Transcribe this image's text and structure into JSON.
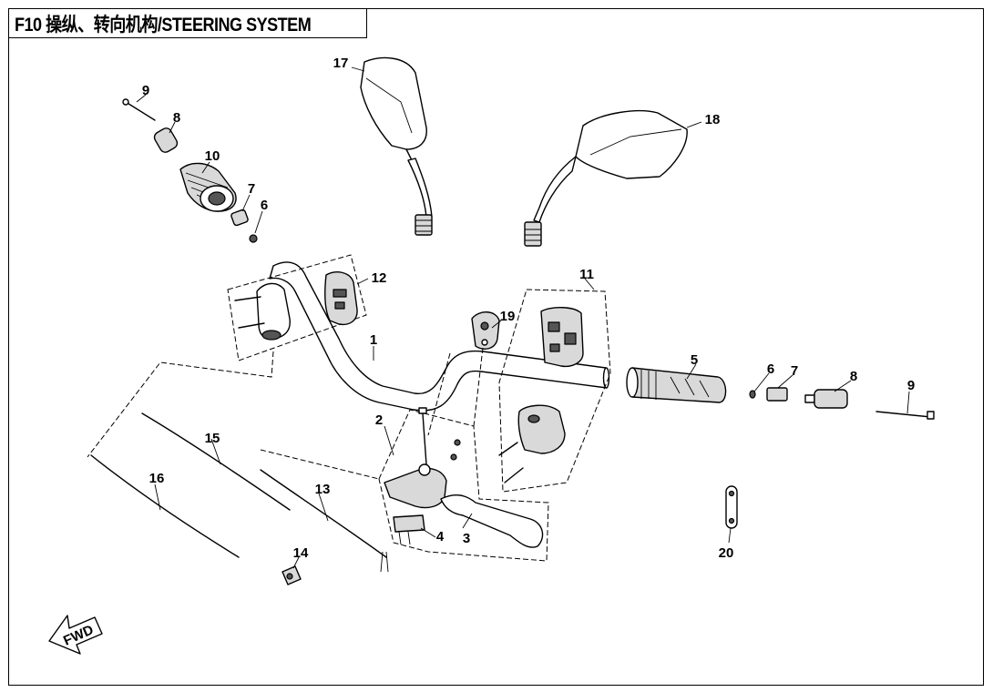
{
  "title": "F10 操纵、转向机构/STEERING SYSTEM",
  "direction_label": "FWD",
  "callouts": [
    {
      "id": "c1",
      "text": "1"
    },
    {
      "id": "c2",
      "text": "2"
    },
    {
      "id": "c3",
      "text": "3"
    },
    {
      "id": "c4",
      "text": "4"
    },
    {
      "id": "c5",
      "text": "5"
    },
    {
      "id": "c6a",
      "text": "6"
    },
    {
      "id": "c6b",
      "text": "6"
    },
    {
      "id": "c7a",
      "text": "7"
    },
    {
      "id": "c7b",
      "text": "7"
    },
    {
      "id": "c8a",
      "text": "8"
    },
    {
      "id": "c8b",
      "text": "8"
    },
    {
      "id": "c9a",
      "text": "9"
    },
    {
      "id": "c9b",
      "text": "9"
    },
    {
      "id": "c10",
      "text": "10"
    },
    {
      "id": "c11",
      "text": "11"
    },
    {
      "id": "c12",
      "text": "12"
    },
    {
      "id": "c13",
      "text": "13"
    },
    {
      "id": "c14",
      "text": "14"
    },
    {
      "id": "c15",
      "text": "15"
    },
    {
      "id": "c16",
      "text": "16"
    },
    {
      "id": "c17",
      "text": "17"
    },
    {
      "id": "c18",
      "text": "18"
    },
    {
      "id": "c19",
      "text": "19"
    },
    {
      "id": "c20",
      "text": "20"
    }
  ]
}
